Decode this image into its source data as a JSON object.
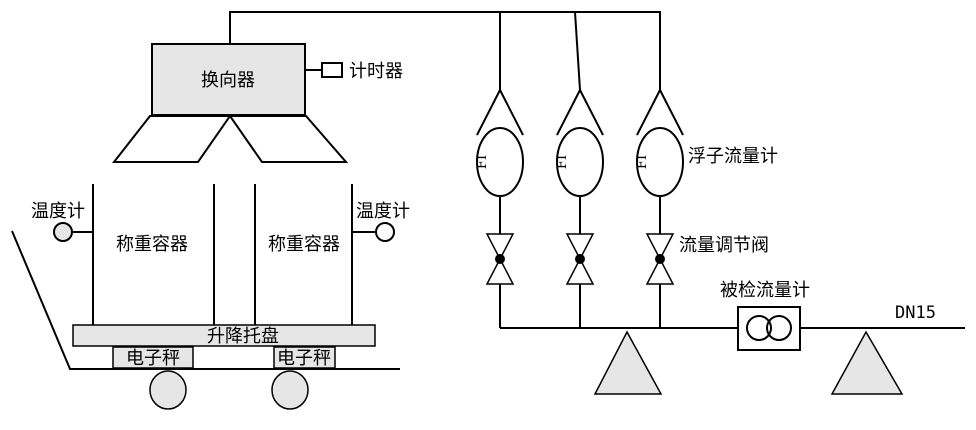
{
  "labels": {
    "diverter": "换向器",
    "timer": "计时器",
    "thermometer_left": "温度计",
    "thermometer_right": "温度计",
    "vessel_left": "称重容器",
    "vessel_right": "称重容器",
    "lift_tray": "升降托盘",
    "scale_left": "电子秤",
    "scale_right": "电子秤",
    "float_meter": "浮子流量计",
    "fi_1": "FI",
    "fi_2": "FI",
    "fi_3": "FI",
    "control_valve": "流量调节阀",
    "meter_under_test": "被检流量计",
    "pipe_size": "DN15"
  },
  "colors": {
    "line": "#000000",
    "box_fill": "#e6e6e6",
    "support_fill": "#e6e6e6",
    "valve_dot": "#000000",
    "background": "#ffffff"
  }
}
